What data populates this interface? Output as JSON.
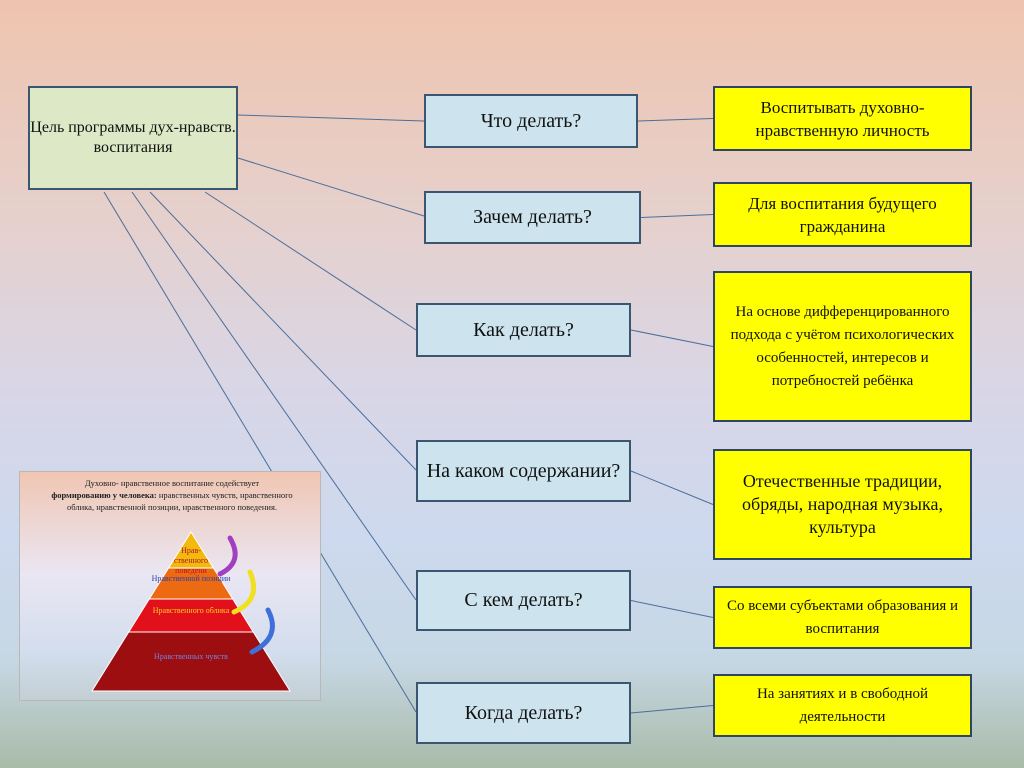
{
  "goal": {
    "label": "Цель программы дух-нравств. воспитания"
  },
  "rows": [
    {
      "question": "Что делать?",
      "answer": "Воспитывать духовно-нравственную личность"
    },
    {
      "question": "Зачем делать?",
      "answer": "Для воспитания будущего гражданина"
    },
    {
      "question": "Как делать?",
      "answer": "На основе дифференцированного подхода с учётом психологических особенностей, интересов и потребностей ребёнка"
    },
    {
      "question": "На каком содержании?",
      "answer": "Отечественные традиции, обряды, народная музыка, культура"
    },
    {
      "question": "С кем делать?",
      "answer": "Со всеми субъектами образования и воспитания"
    },
    {
      "question": "Когда делать?",
      "answer": "На занятиях и в свободной деятельности"
    }
  ],
  "pyramid": {
    "caption_line1": "Духовно- нравственное воспитание  содействует",
    "caption_bold": "формированию у человека:",
    "caption_rest": " нравственных  чувств, нравственного  облика,  нравственной позиции,  нравственного  поведения.",
    "levels": [
      {
        "label": "Нрав-ственного поведени",
        "fill": "#f2ba0e",
        "text_color": "#b8142a"
      },
      {
        "label": "Нравственной позиции",
        "fill": "#ec6a12",
        "text_color": "#2a3fa8"
      },
      {
        "label": "Нравственного облика",
        "fill": "#e2101a",
        "text_color": "#f6d020"
      },
      {
        "label": "Нравственных чувств",
        "fill": "#9c0e10",
        "text_color": "#6f86e6"
      }
    ]
  },
  "colors": {
    "connector": "#4a6e9a",
    "question_fill": "#cde4ee",
    "answer_fill": "#ffff00",
    "goal_fill": "#dde8c6"
  }
}
